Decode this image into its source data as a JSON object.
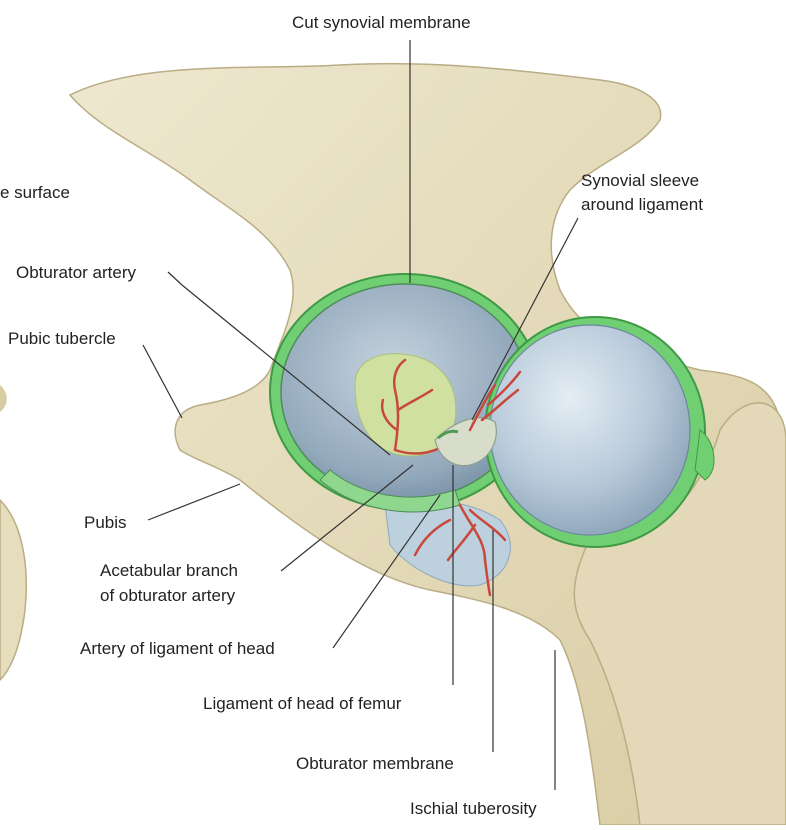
{
  "labels": {
    "cut_synovial_membrane": "Cut synovial membrane",
    "lunate_surface_partial": "e surface",
    "synovial_sleeve_line1": "Synovial sleeve",
    "synovial_sleeve_line2": "around ligament",
    "obturator_artery": "Obturator artery",
    "pubic_tubercle": "Pubic tubercle",
    "pubis": "Pubis",
    "acetabular_branch_line1": "Acetabular branch",
    "acetabular_branch_line2": "of obturator artery",
    "artery_of_ligament_of_head": "Artery of ligament of head",
    "ligament_of_head_of_femur": "Ligament of head of femur",
    "obturator_membrane": "Obturator membrane",
    "ischial_tuberosity": "Ischial tuberosity"
  },
  "colors": {
    "bone": "#e8dfc0",
    "bone_shadow": "#c9bd92",
    "synovial_green": "#6fcf72",
    "cartilage_blue": "#a9bfd2",
    "fossa_green": "#cfe0a0",
    "artery_red": "#c8483c",
    "leader_line": "#333333"
  }
}
